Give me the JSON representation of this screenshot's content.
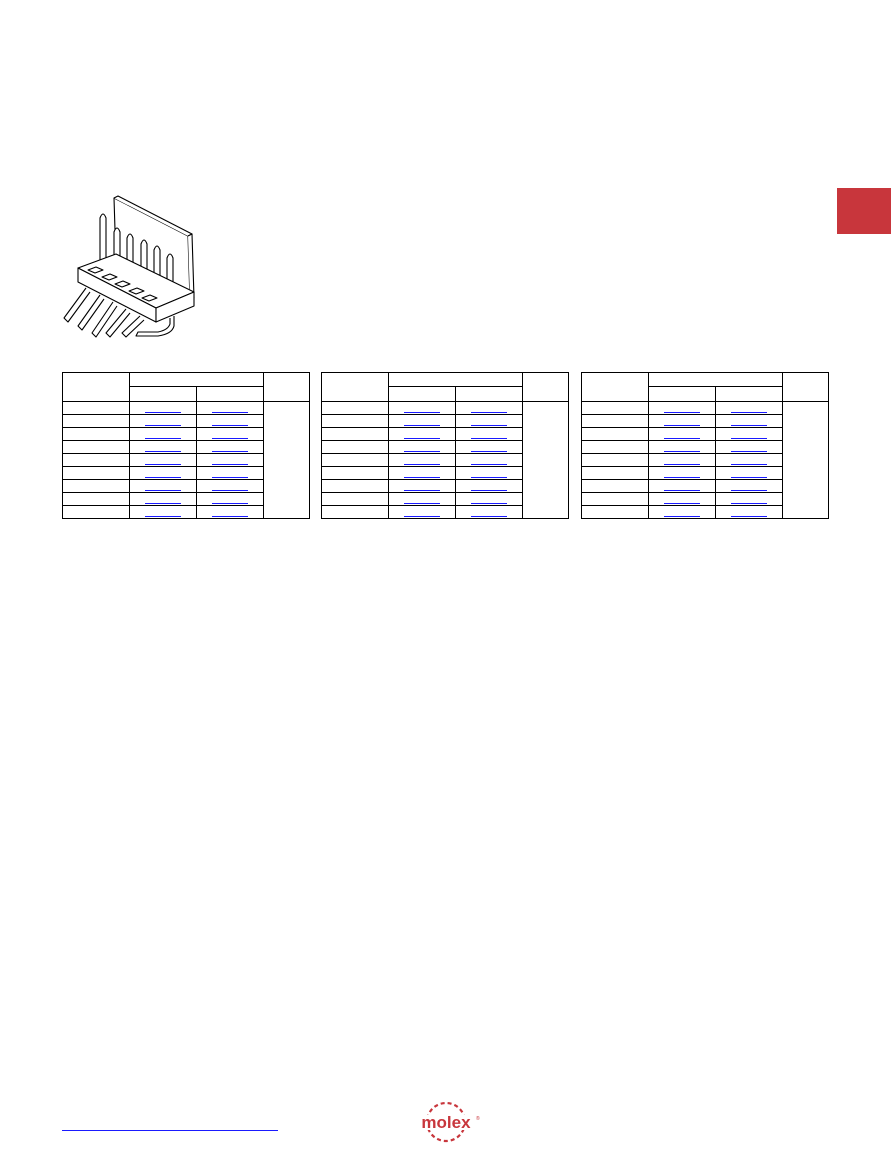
{
  "page": {
    "accent_color": "#c8363c",
    "link_color": "#1a1aff"
  },
  "side_tab": {
    "color": "#c8363c"
  },
  "product_image": {
    "icon": "right-angle-pin-header-drawing"
  },
  "tables": [
    {
      "rows": 9
    },
    {
      "rows": 9
    },
    {
      "rows": 9
    }
  ],
  "footer": {
    "link_text": ""
  },
  "logo": {
    "text": "molex",
    "mark": "®",
    "color": "#c8363c"
  }
}
